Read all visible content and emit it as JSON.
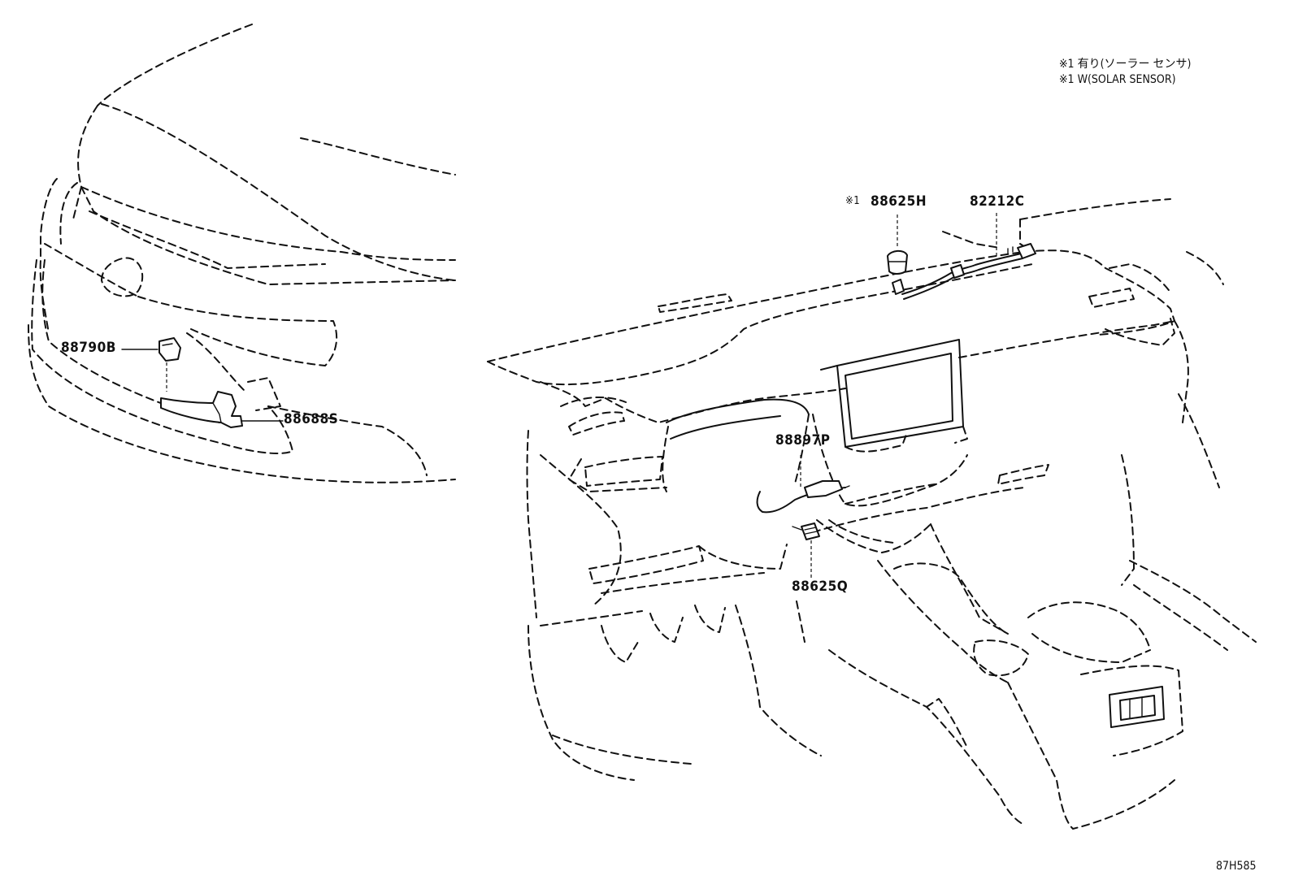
{
  "notes": [
    "※1 有り(ソーラー センサ)",
    "※1 W(SOLAR SENSOR)"
  ],
  "callouts": {
    "p88790B": "88790B",
    "p88688S": "88688S",
    "p88625H_mark": "※1",
    "p88625H": "88625H",
    "p82212C": "82212C",
    "p88897P": "88897P",
    "p88625Q": "88625Q"
  },
  "figure_code": "87H585"
}
